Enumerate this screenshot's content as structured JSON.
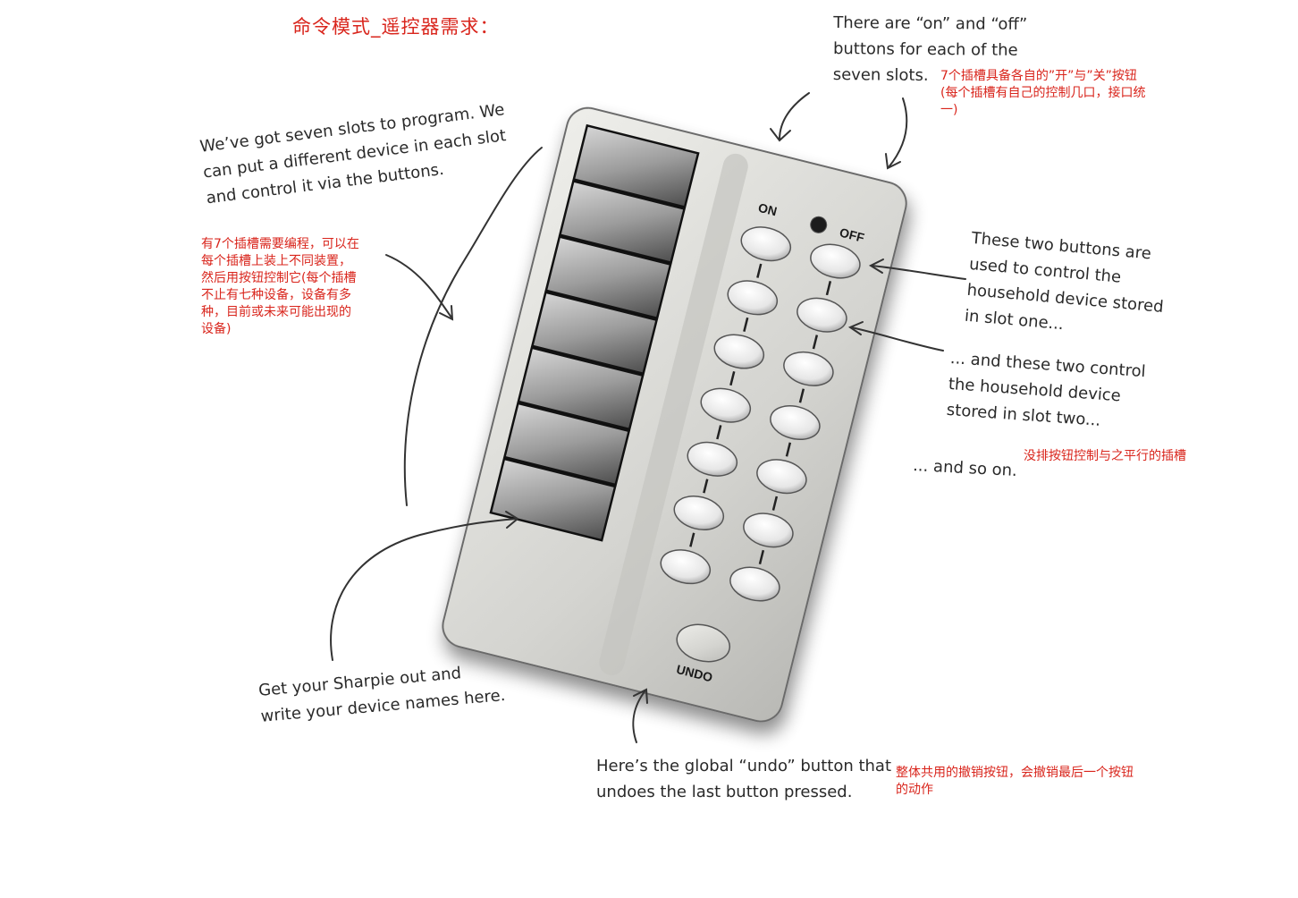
{
  "title": "命令模式_遥控器需求：",
  "annotations": {
    "on_off": [
      "There are “on” and “off”",
      "buttons for each of the",
      "seven slots."
    ],
    "on_off_cn": [
      "7个插槽具备各自的”开”与”关”按钮",
      "(每个插槽有自己的控制几口，接口统",
      "一)"
    ],
    "slots": [
      "We’ve got seven slots to program.  We",
      "can put a different device in each slot",
      "and control it via the buttons."
    ],
    "slots_cn": [
      "有7个插槽需要编程，可以在",
      "每个插槽上装上不同装置，",
      "然后用按钮控制它(每个插槽",
      "不止有七种设备，设备有多",
      "种，目前或未来可能出现的",
      "设备)"
    ],
    "slot_one": [
      "These two buttons are",
      "used to control the",
      "household device stored",
      "in slot one..."
    ],
    "slot_two": [
      "... and these two control",
      "the household device",
      "stored in slot two..."
    ],
    "so_on": "... and so on.",
    "so_on_cn": "没排按钮控制与之平行的插槽",
    "sharpie": [
      "Get your Sharpie out and",
      "write your device names here."
    ],
    "undo_note": [
      "Here’s the global “undo” button that",
      "undoes the last button pressed."
    ],
    "undo_cn": [
      "整体共用的撤销按钮，会撤销最后一个按钮",
      "的动作"
    ]
  },
  "remote": {
    "on_label": "ON",
    "off_label": "OFF",
    "undo_label": "UNDO",
    "slot_count": 7,
    "button_rows": 7
  },
  "colors": {
    "red_note": "#d9251c",
    "ink": "#2a2a2a",
    "body": "#d8d8d4"
  }
}
